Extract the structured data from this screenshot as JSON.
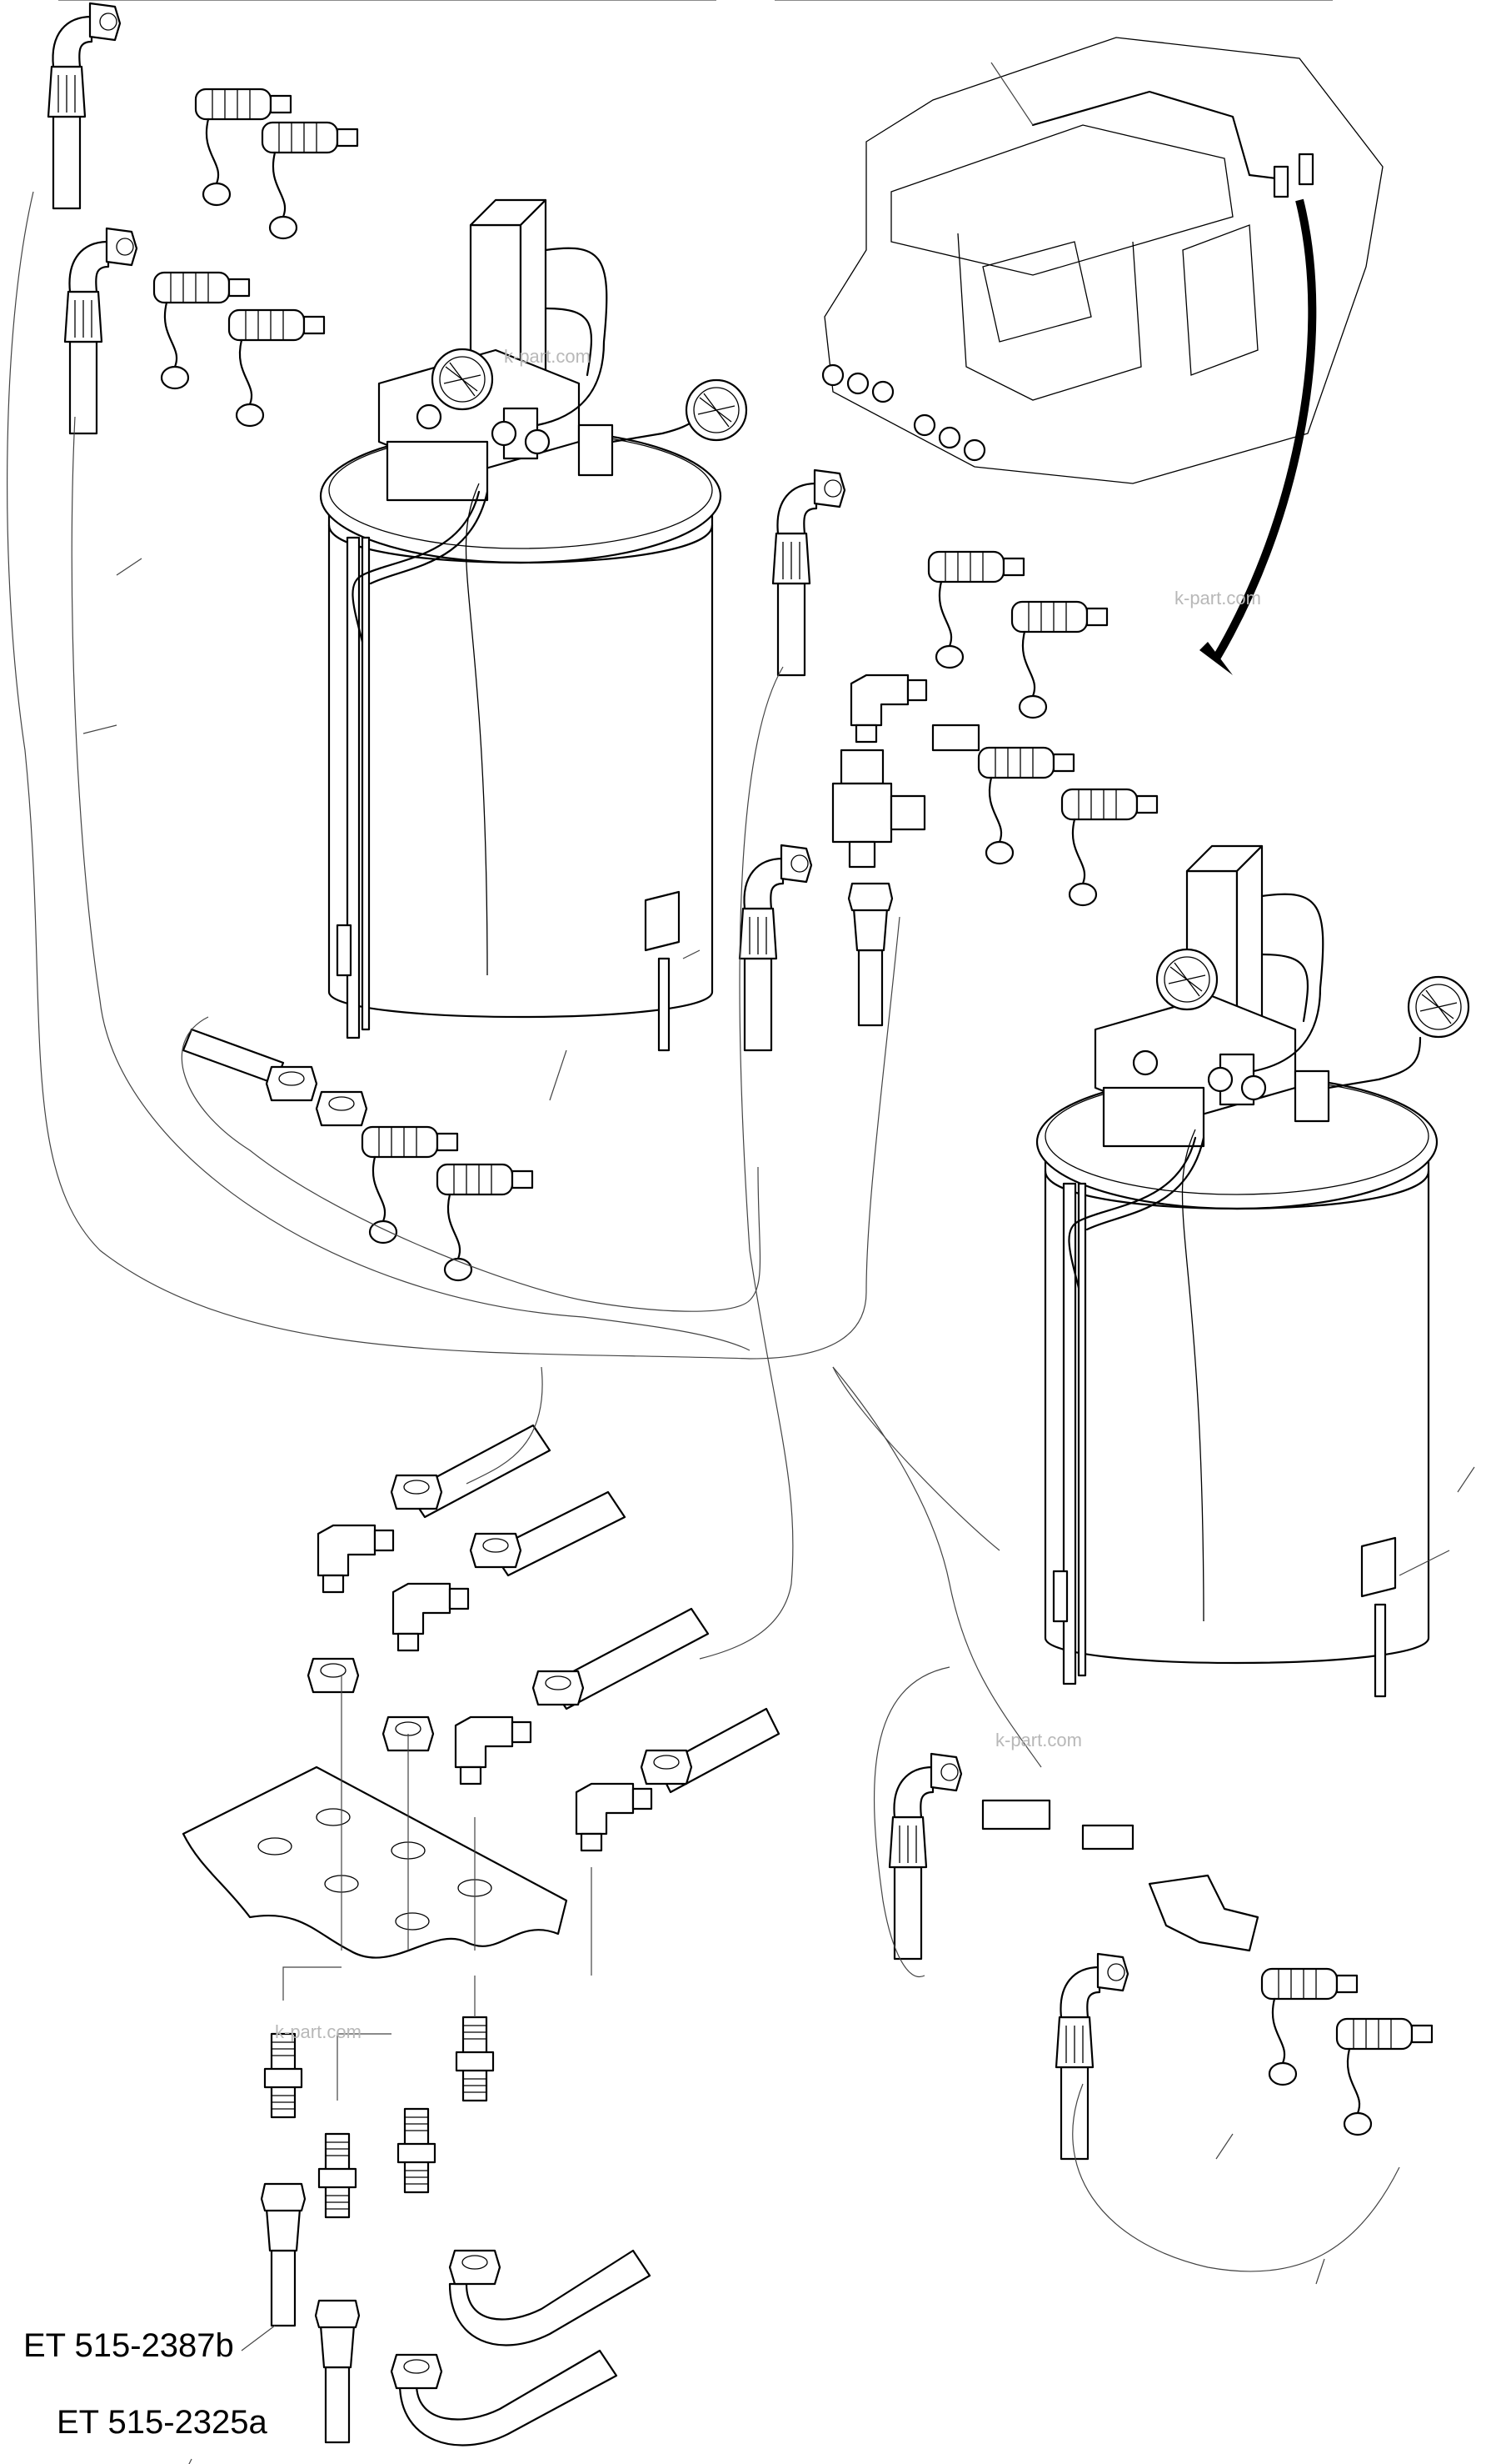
{
  "labels": [
    "ET 515-2387b",
    "ET 515-2325a"
  ],
  "watermark": "k-part.com"
}
